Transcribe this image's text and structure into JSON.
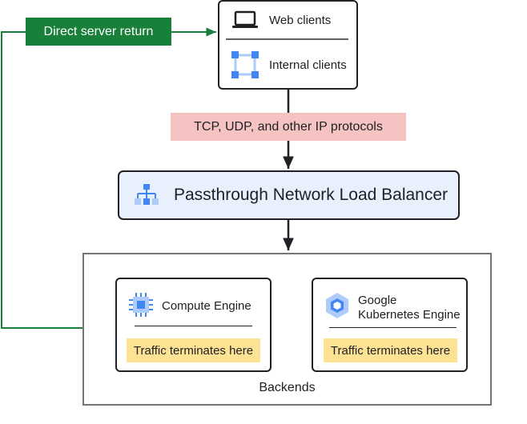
{
  "clients": {
    "web_label": "Web clients",
    "internal_label": "Internal clients"
  },
  "labels": {
    "direct_server_return": "Direct server return",
    "protocols": "TCP, UDP, and other IP protocols"
  },
  "load_balancer": {
    "label": "Passthrough Network Load Balancer"
  },
  "backends": {
    "label": "Backends",
    "compute_engine": {
      "name": "Compute Engine",
      "note": "Traffic terminates here"
    },
    "gke": {
      "name_line1": "Google",
      "name_line2": "Kubernetes Engine",
      "note": "Traffic terminates here"
    }
  },
  "colors": {
    "green": "#188038",
    "pink": "#f6c3c3",
    "lb_fill": "#e8f0fe",
    "yellow": "#fde293",
    "icon_blue": "#4285f4",
    "icon_light_blue": "#aecbfa"
  },
  "icons": {
    "web": "laptop-icon",
    "internal": "internal-clients-icon",
    "load_balancer": "load-balancer-icon",
    "compute_engine": "compute-engine-icon",
    "gke": "kubernetes-engine-icon"
  }
}
